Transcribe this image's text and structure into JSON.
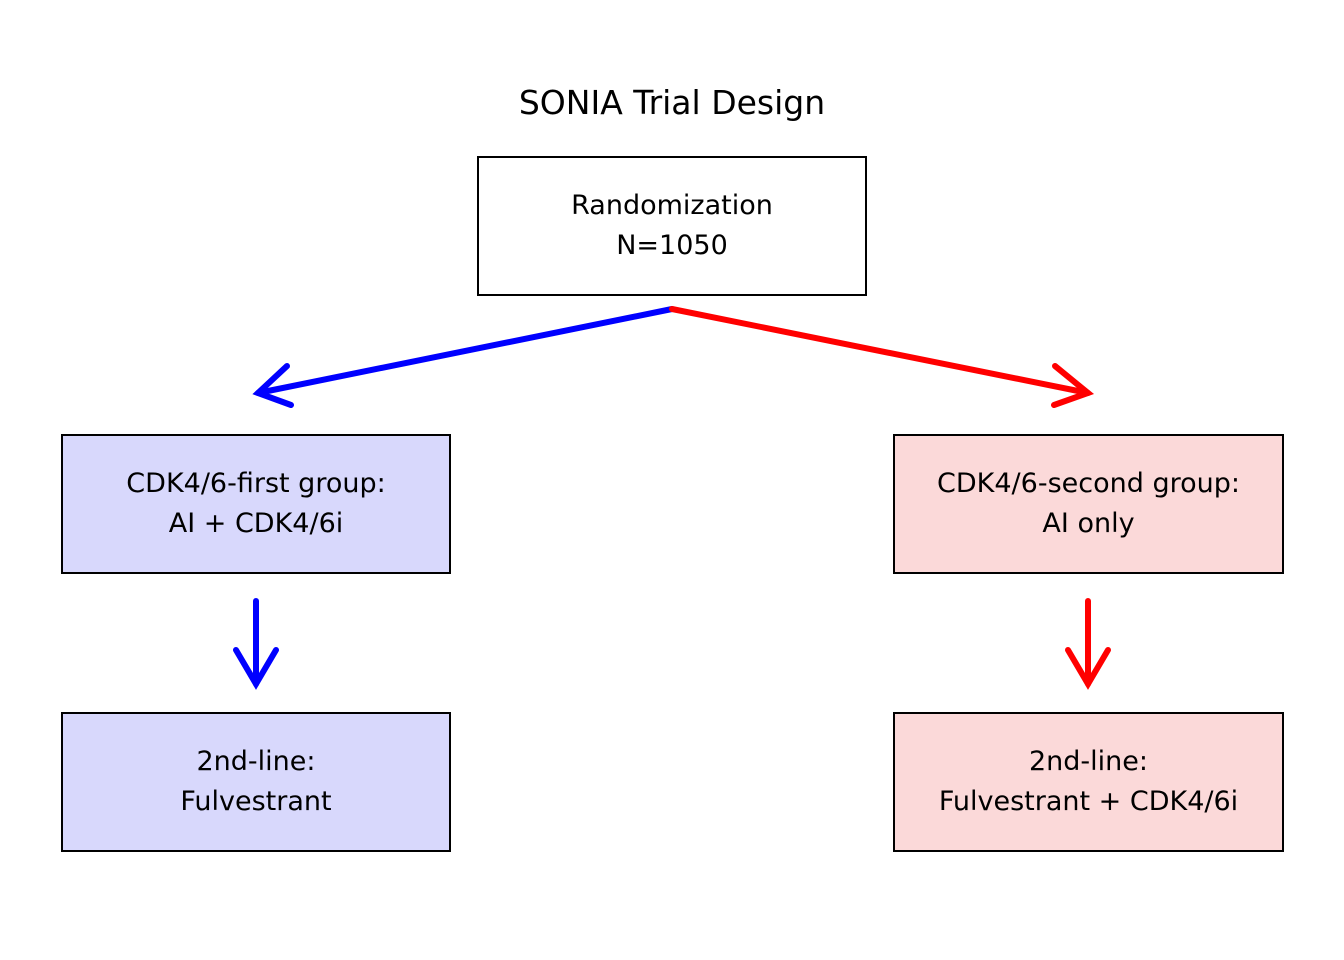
{
  "title": "SONIA Trial Design",
  "colors": {
    "blue_arm": "#0000ff",
    "red_arm": "#ff0000",
    "blue_fill": "#d8d8fc",
    "red_fill": "#fbd9d9",
    "border": "#000000"
  },
  "randomization": {
    "line1": "Randomization",
    "line2": "N=1050"
  },
  "arm_first": {
    "first_line": {
      "line1": "CDK4/6-first group:",
      "line2": "AI + CDK4/6i"
    },
    "second_line": {
      "line1": "2nd-line:",
      "line2": "Fulvestrant"
    }
  },
  "arm_second": {
    "first_line": {
      "line1": "CDK4/6-second group:",
      "line2": "AI only"
    },
    "second_line": {
      "line1": "2nd-line:",
      "line2": "Fulvestrant + CDK4/6i"
    }
  }
}
